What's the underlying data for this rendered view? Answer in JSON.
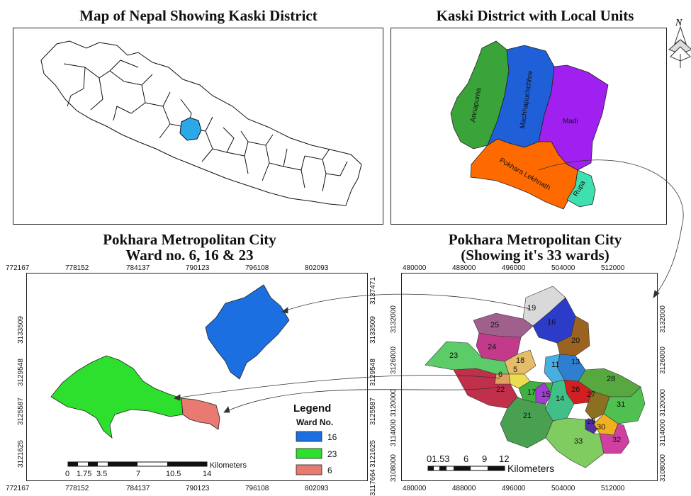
{
  "titles": {
    "nepal": "Map of Nepal Showing Kaski District",
    "kaski": "Kaski District with Local Units",
    "ward_line1": "Pokhara Metropolitan City",
    "ward_line2": "Ward no. 6, 16 & 23",
    "city_line1": "Pokhara Metropolitan City",
    "city_line2": "(Showing it's 33 wards)"
  },
  "north_label": "N",
  "kaski_units": [
    "Annapurna",
    "Machhapuchchhre",
    "Madi",
    "Pokhara Lekhnath",
    "Rupa"
  ],
  "ward_axis_x": [
    "772167",
    "778152",
    "784137",
    "790123",
    "796108",
    "802093"
  ],
  "ward_axis_y": [
    "3137471",
    "3133509",
    "3129548",
    "3125587",
    "3121625",
    "3117664"
  ],
  "city_axis_x": [
    "480000",
    "488000",
    "496000",
    "504000",
    "512000"
  ],
  "city_axis_y": [
    "3132000",
    "3126000",
    "3120000",
    "3114000",
    "3108000"
  ],
  "legend": {
    "title": "Legend",
    "subtitle": "Ward No.",
    "items": [
      {
        "label": "16",
        "color": "#1c6fe0"
      },
      {
        "label": "23",
        "color": "#2ee02e"
      },
      {
        "label": "6",
        "color": "#e87a72"
      }
    ]
  },
  "ward_scale": {
    "ticks": [
      "0",
      "1.75",
      "3.5",
      "7",
      "10.5",
      "14"
    ],
    "unit": "Kilometers"
  },
  "city_scale": {
    "ticks": [
      "01.53",
      "6",
      "9",
      "12"
    ],
    "unit": "Kilometers"
  },
  "wards": [
    "19",
    "16",
    "25",
    "20",
    "24",
    "18",
    "13",
    "11",
    "23",
    "5",
    "6",
    "22",
    "28",
    "26",
    "27",
    "17",
    "15",
    "14",
    "31",
    "21",
    "29",
    "30",
    "33",
    "32"
  ],
  "colors": {
    "annapurna": "#3aa33a",
    "machhapuchchhre": "#1f5fd8",
    "madi": "#a020f0",
    "pokhara": "#ff6a00",
    "rupa": "#3fe0b0",
    "nepal_highlight": "#2aa8e8"
  }
}
